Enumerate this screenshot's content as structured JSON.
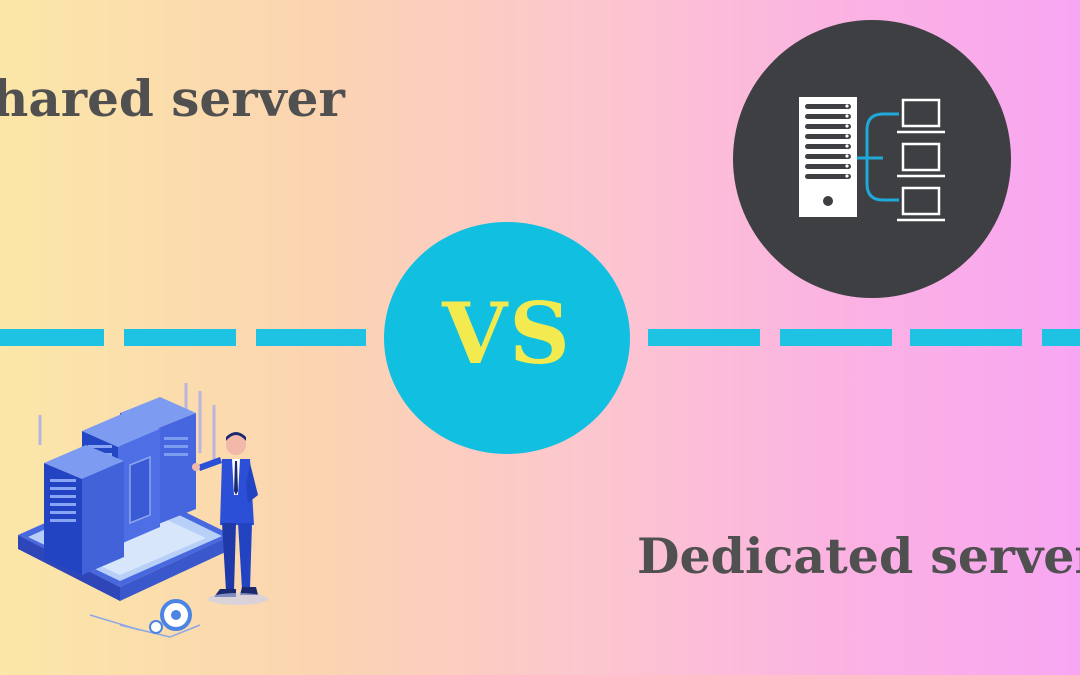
{
  "titles": {
    "shared": "hared server",
    "dedicated": "Dedicated server"
  },
  "vs_label": "VS",
  "icons": {
    "server_network": "server-network-icon",
    "illustration": "data-center-illustration"
  },
  "colors": {
    "title_text": "#505050",
    "accent_cyan": "#11bfe1",
    "vs_text": "#f2ea4e",
    "dark_circle": "#3d3f43",
    "server_blue": "#2b4fd6"
  }
}
